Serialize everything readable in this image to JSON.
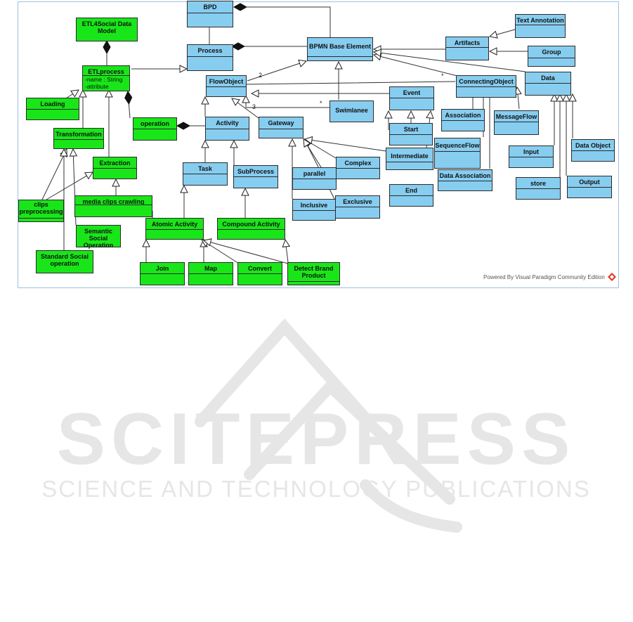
{
  "classes": {
    "bpd": "BPD",
    "etl4social": "ETL4Social Data Model",
    "process": "Process",
    "bpmn_base": "BPMN Base Element",
    "text_annotation": "Text Annotation",
    "artifacts": "Artifacts",
    "group": "Group",
    "etlprocess": "ETLprocess",
    "etlprocess_attr1": "-name : String",
    "etlprocess_attr2": "-attribute",
    "flowobject": "FlowObject",
    "connectingobject": "ConnectingObject",
    "data": "Data",
    "event": "Event",
    "loading": "Loading",
    "swimlanee": "Swimlanee",
    "association": "Association",
    "messageflow": "MessageFlow",
    "operation": "operation",
    "activity": "Activity",
    "gateway": "Gateway",
    "start": "Start",
    "transformation": "Transformation",
    "sequenceflow": "SequenceFlow",
    "intermediate": "Intermediate",
    "input": "Input",
    "data_object": "Data Object",
    "extraction": "Extraction",
    "task": "Task",
    "subprocess": "SubProcess",
    "complex": "Complex",
    "parallel": "parallel",
    "data_association": "Data Association",
    "store": "store",
    "output": "Output",
    "end": "End",
    "media_clips": "media clips crawling",
    "clips_pre": "clips preprocessing",
    "inclusive": "Inclusive",
    "exclusive": "Exclusive",
    "semantic_social": "Semantic Social Operation",
    "atomic_activity": "Atomic Activity",
    "compound_activity": "Compound Activity",
    "standard_social": "Standard Social operation",
    "join": "Join",
    "map": "Map",
    "convert": "Convert",
    "detect_brand": "Detect Brand Product"
  },
  "multiplicities": {
    "m2": "2",
    "m3": "3",
    "star1": "*",
    "star2": "*"
  },
  "footer": {
    "powered_by": "Powered By  Visual Paradigm Community Edition"
  },
  "watermark": {
    "line1": "SCITEPRESS",
    "line2": "SCIENCE AND TECHNOLOGY PUBLICATIONS"
  },
  "colors": {
    "blue_class": "#87cdf0",
    "green_class": "#19e619",
    "watermark": "#e6e6e6"
  }
}
